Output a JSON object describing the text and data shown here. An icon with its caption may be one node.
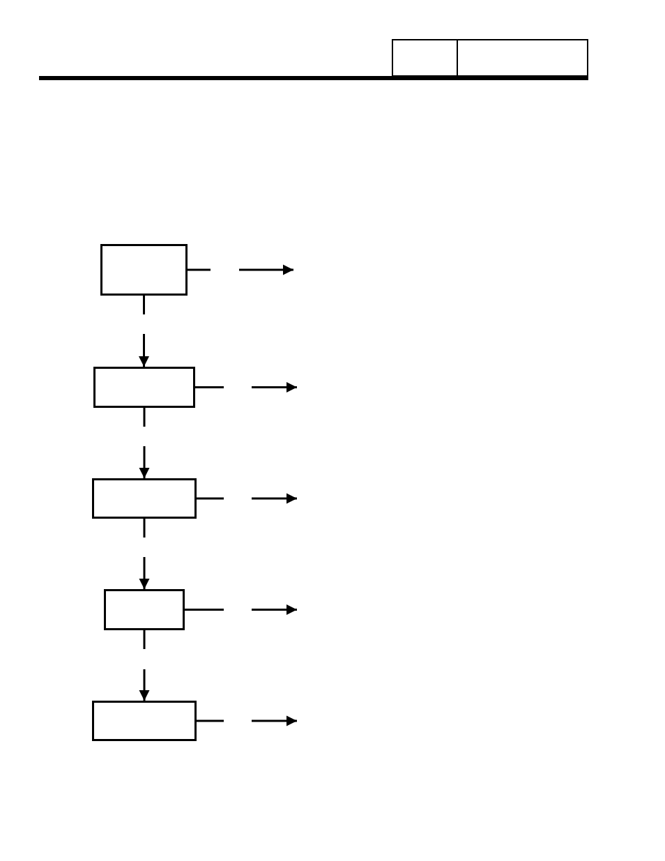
{
  "diagram": {
    "nodes": [
      {
        "text": [],
        "shape": "box"
      },
      {
        "text": [],
        "shape": "box"
      },
      {
        "text": [],
        "shape": "box"
      },
      {
        "text": [],
        "shape": "box"
      },
      {
        "text": [],
        "shape": "box"
      }
    ],
    "edges": [
      {
        "from": 0,
        "to": null,
        "arrow": "to",
        "style": "dashed"
      },
      {
        "from": 0,
        "to": 1,
        "arrow": "to",
        "style": "dashed"
      },
      {
        "from": 1,
        "to": null,
        "arrow": "to",
        "style": "dashed"
      },
      {
        "from": 1,
        "to": 2,
        "arrow": "to",
        "style": "dashed"
      },
      {
        "from": 2,
        "to": null,
        "arrow": "to",
        "style": "dashed"
      },
      {
        "from": 2,
        "to": 3,
        "arrow": "to",
        "style": "dashed"
      },
      {
        "from": 3,
        "to": null,
        "arrow": "to",
        "style": "dashed"
      },
      {
        "from": 3,
        "to": 4,
        "arrow": "to",
        "style": "dashed"
      },
      {
        "from": 4,
        "to": null,
        "arrow": "to",
        "style": "dashed"
      }
    ]
  }
}
